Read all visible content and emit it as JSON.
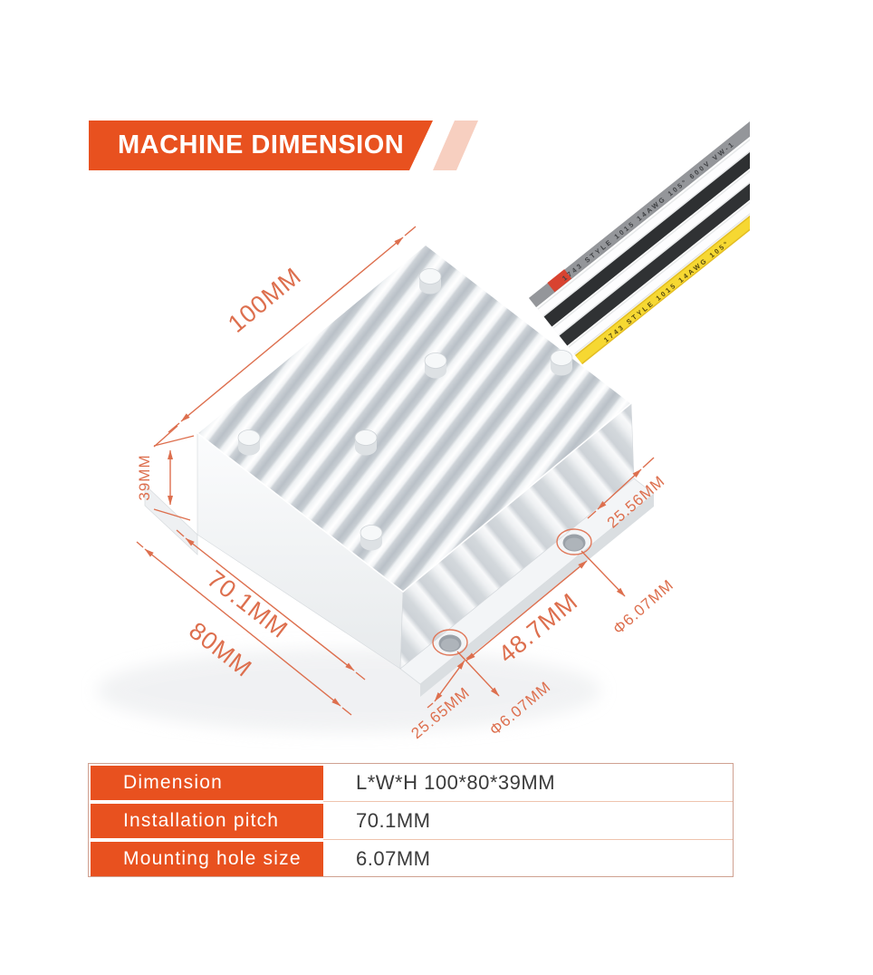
{
  "banner": {
    "title": "MACHINE DIMENSION",
    "bg_color": "#e8511f",
    "accent_color": "#f7cfc0"
  },
  "diagram": {
    "dimension_color": "#dd6f4e",
    "labels": {
      "length": "100MM",
      "height": "39MM",
      "pitch": "70.1MM",
      "width": "80MM",
      "edge_right": "25.56MM",
      "hole_right": "Φ6.07MM",
      "hole_span": "48.7MM",
      "edge_bottom": "25.65MM",
      "hole_bottom": "Φ6.07MM"
    },
    "wire_print_gray": "1743 STYLE 1015 14AWG 105° 600V VW-1",
    "wire_print_yellow": "1743 STYLE 1015 14AWG 105°"
  },
  "table": {
    "header_bg": "#e8511f",
    "border_color": "#cfa191",
    "rows": [
      {
        "label": "Dimension",
        "value": "L*W*H 100*80*39MM"
      },
      {
        "label": "Installation pitch",
        "value": "70.1MM"
      },
      {
        "label": "Mounting hole size",
        "value": "6.07MM"
      }
    ]
  }
}
